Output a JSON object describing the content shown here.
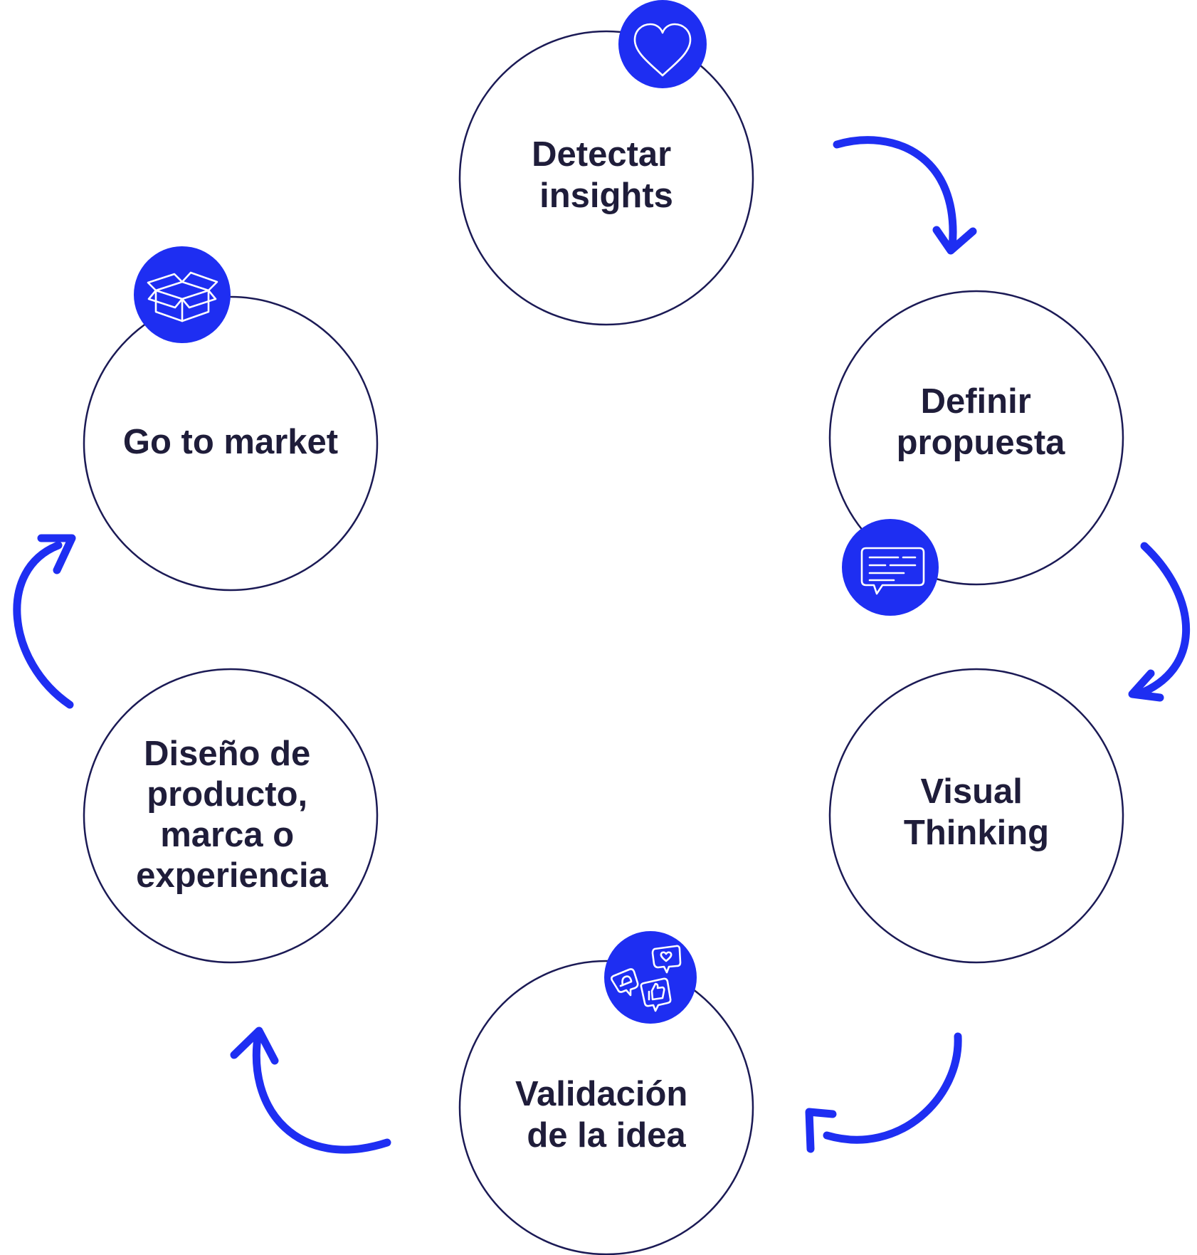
{
  "colors": {
    "accent": "#1e2ef2",
    "ring": "#1b1a55",
    "text": "#1f1d3a"
  },
  "stages": [
    {
      "id": "detectar-insights",
      "lines": [
        "Detectar",
        "insights"
      ],
      "icon": "heart-icon"
    },
    {
      "id": "definir-propuesta",
      "lines": [
        "Definir",
        "propuesta"
      ],
      "icon": "speech-bubble-icon"
    },
    {
      "id": "visual-thinking",
      "lines": [
        "Visual",
        "Thinking"
      ],
      "icon": null
    },
    {
      "id": "validacion-de-la-idea",
      "lines": [
        "Validación",
        "de la idea"
      ],
      "icon": "social-reactions-icon"
    },
    {
      "id": "diseno-de-producto",
      "lines": [
        "Diseño de",
        "producto,",
        "marca o",
        "experiencia"
      ],
      "icon": null
    },
    {
      "id": "go-to-market",
      "lines": [
        "Go to market"
      ],
      "icon": "open-box-icon"
    }
  ],
  "flow": {
    "direction": "clockwise",
    "arrow_icon": "curved-arrow-icon"
  }
}
